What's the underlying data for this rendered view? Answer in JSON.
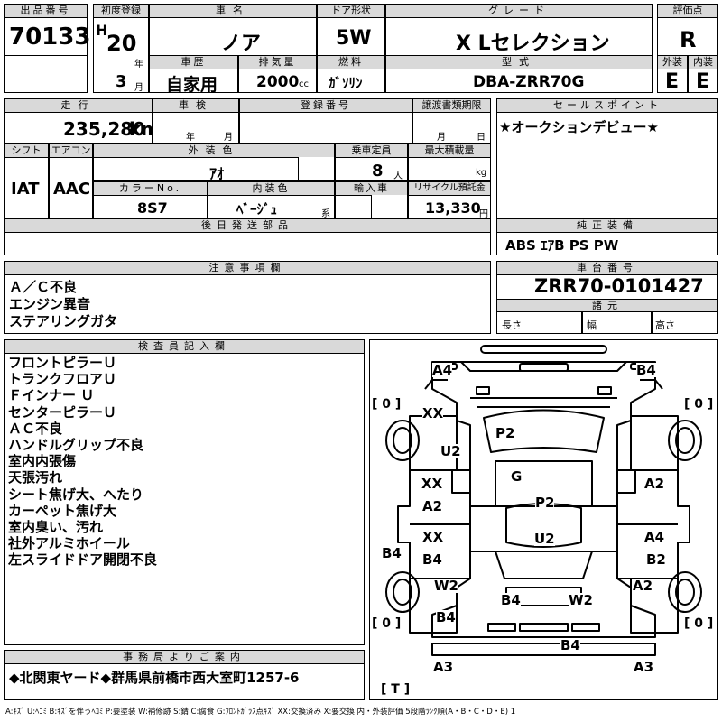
{
  "header": {
    "lot_label": "出品番号",
    "lot_number": "70133",
    "first_reg_label": "初度登録",
    "era": "H",
    "year": "20",
    "year_unit": "年",
    "month": "3",
    "month_unit": "月",
    "car_name_label": "車名",
    "car_name": "ノア",
    "door_label": "ドア形状",
    "door": "5W",
    "grade_label": "グレード",
    "grade": "X Lセレクション",
    "score_label": "評価点",
    "score": "R",
    "history_label": "車歴",
    "history": "自家用",
    "displacement_label": "排気量",
    "displacement": "2000",
    "displacement_unit": "cc",
    "fuel_label": "燃料",
    "fuel": "ｶﾞｿﾘﾝ",
    "model_label": "型式",
    "model": "DBA-ZRR70G",
    "exterior_label": "外装",
    "exterior_grade": "E",
    "interior_label": "内装",
    "interior_grade": "E"
  },
  "row2": {
    "mileage_label": "走行",
    "mileage": "235,280",
    "mileage_unit": "km",
    "inspection_label": "車検",
    "inspection_year_unit": "年",
    "inspection_month_unit": "月",
    "plate_label": "登録番号",
    "transfer_label": "譲渡書類期限",
    "transfer_month_unit": "月",
    "transfer_day_unit": "日",
    "shift_label": "シフト",
    "shift": "IAT",
    "ac_label": "エアコン",
    "ac": "AAC",
    "ext_color_label": "外装色",
    "ext_color": "ｱｵ",
    "capacity_label": "乗車定員",
    "capacity": "8",
    "capacity_unit": "人",
    "load_label": "最大積載量",
    "load_unit": "kg",
    "color_no_label": "カラーNo.",
    "color_no": "8S7",
    "int_color_label": "内装色",
    "int_color": "ﾍﾞｰｼﾞｭ",
    "int_color_suffix": "系",
    "import_label": "輸入車",
    "recycle_label": "リサイクル預託金",
    "recycle": "13,330",
    "recycle_unit": "円",
    "later_parts_label": "後日発送部品",
    "sales_label": "セールスポイント",
    "sales": "★オークションデビュー★",
    "equip_label": "純正装備",
    "equipment": "ABS ｴｱB PS PW"
  },
  "notes": {
    "label": "注意事項欄",
    "items": [
      "Ａ／Ｃ不良",
      "エンジン異音",
      "ステアリングガタ"
    ]
  },
  "chassis": {
    "label": "車台番号",
    "number": "ZRR70-0101427",
    "dims_label": "諸元",
    "length_label": "長さ",
    "width_label": "幅",
    "height_label": "高さ"
  },
  "inspector": {
    "label": "検査員記入欄",
    "items": [
      "フロントピラーＵ",
      "トランクフロアＵ",
      "Ｆインナー Ｕ",
      "センターピラーＵ",
      "ＡＣ不良",
      "ハンドルグリップ不良",
      "室内内張傷",
      "天張汚れ",
      "シート焦げ大、へたり",
      "カーペット焦げ大",
      "室内臭い、汚れ",
      "社外アルミホイール",
      "左スライドドア開閉不良"
    ]
  },
  "office": {
    "label": "事務局よりご案内",
    "text": "◆北関東ヤード◆群馬県前橋市西大室町1257-6"
  },
  "diagram": {
    "tires": [
      "[ 0 ]",
      "[ 0 ]",
      "[ 0 ]",
      "[ 0 ]",
      "[ T ]"
    ],
    "marks": [
      "A4",
      "B4",
      "XX",
      "P2",
      "U2",
      "G",
      "XX",
      "A2",
      "A2",
      "P2",
      "XX",
      "B4",
      "U2",
      "A4",
      "B4",
      "B2",
      "B4",
      "W2",
      "A2",
      "B4",
      "B4",
      "W2",
      "B4",
      "A3",
      "A3"
    ]
  },
  "legend": "A:ｷｽﾞ U:ﾍｺﾐ B:ｷｽﾞを伴うﾍｺﾐ P:要塗装 W:補修跡 S:錆 C:腐食 G:ﾌﾛﾝﾄｶﾞﾗｽ点ｷｽﾞ XX:交換済み X:要交換 内・外装評価 5段階ﾗﾝｸ順(A・B・C・D・E) 1"
}
